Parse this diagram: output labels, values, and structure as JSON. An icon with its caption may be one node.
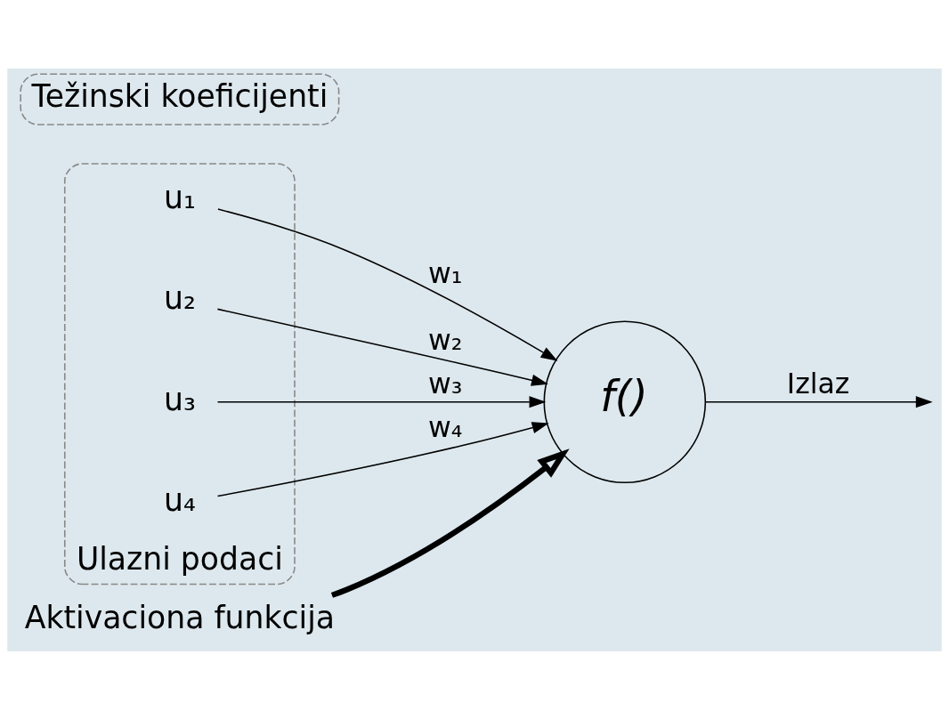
{
  "diagram": {
    "nodes": [
      {
        "text": [
          "Ulazni podaci"
        ]
      },
      {
        "text": [
          "u₁"
        ],
        "in": 0
      },
      {
        "text": [
          "u₂"
        ],
        "in": 0
      },
      {
        "text": [
          "u₃"
        ],
        "in": 0
      },
      {
        "text": [
          "u₄"
        ],
        "in": 0
      },
      {
        "text": [
          "Težinski koeficijenti"
        ]
      },
      {
        "text": [
          "Aktivaciona funkcija"
        ]
      },
      {
        "text": [
          "f()"
        ]
      }
    ],
    "edges": [
      {
        "from": 1,
        "to": 7,
        "arrow": "to",
        "label": "w₁"
      },
      {
        "from": 2,
        "to": 7,
        "arrow": "to",
        "label": "w₂"
      },
      {
        "from": 3,
        "to": 7,
        "arrow": "to",
        "label": "w₃"
      },
      {
        "from": 4,
        "to": 7,
        "arrow": "to",
        "label": "w₄"
      },
      {
        "from": 6,
        "to": 7,
        "arrow": "to",
        "style": "thick"
      },
      {
        "from": 7,
        "to": null,
        "arrow": "to",
        "label": "Izlaz"
      }
    ]
  }
}
